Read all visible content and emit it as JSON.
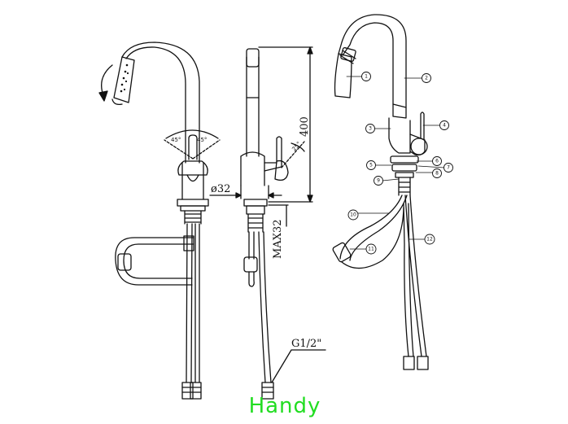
{
  "dimensions": {
    "height": "400",
    "diameter": "ø32",
    "max_depth": "MAX32",
    "thread": "G1/2\"",
    "left_angle": "45°",
    "right_angle": "45°",
    "lever_angle": "25°"
  },
  "callouts": [
    "1",
    "2",
    "3",
    "4",
    "5",
    "6",
    "7",
    "8",
    "9",
    "10",
    "11",
    "12"
  ],
  "caption": {
    "text": "Handy",
    "color": "#22dd22"
  }
}
